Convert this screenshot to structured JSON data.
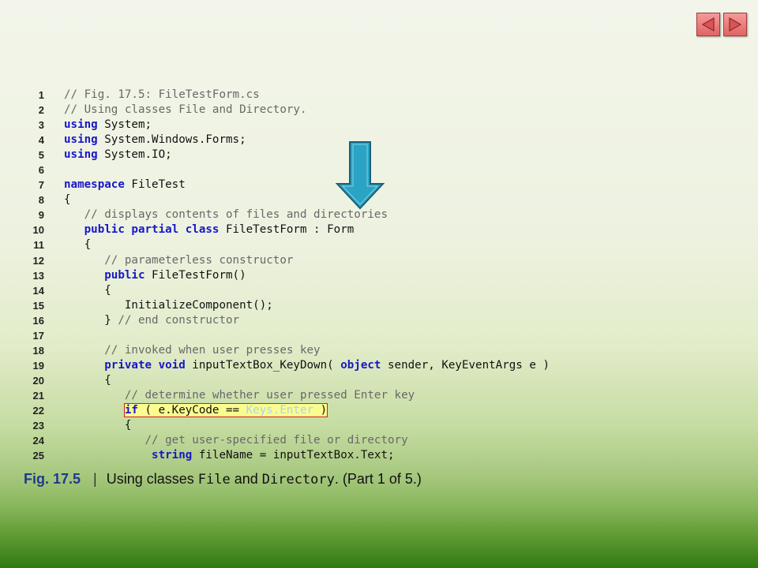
{
  "navigation": {
    "prev_icon": "triangle-left-icon",
    "next_icon": "triangle-right-icon",
    "button_color": "#e87878"
  },
  "annotation": {
    "arrow_icon": "down-arrow-icon",
    "arrow_color": "#2aa3c4"
  },
  "code": {
    "lines": [
      {
        "num": "1",
        "tokens": [
          {
            "t": "// Fig. 17.5: FileTestForm.cs",
            "k": "comment"
          }
        ]
      },
      {
        "num": "2",
        "tokens": [
          {
            "t": "// Using classes File and Directory.",
            "k": "comment"
          }
        ]
      },
      {
        "num": "3",
        "tokens": [
          {
            "t": "using",
            "k": "keyword"
          },
          {
            "t": " System;",
            "k": "plain"
          }
        ]
      },
      {
        "num": "4",
        "tokens": [
          {
            "t": "using",
            "k": "keyword"
          },
          {
            "t": " System.Windows.Forms;",
            "k": "plain"
          }
        ]
      },
      {
        "num": "5",
        "tokens": [
          {
            "t": "using",
            "k": "keyword"
          },
          {
            "t": " System.IO;",
            "k": "plain"
          }
        ]
      },
      {
        "num": "6",
        "tokens": []
      },
      {
        "num": "7",
        "tokens": [
          {
            "t": "namespace",
            "k": "keyword"
          },
          {
            "t": " FileTest",
            "k": "plain"
          }
        ]
      },
      {
        "num": "8",
        "tokens": [
          {
            "t": "{",
            "k": "plain"
          }
        ]
      },
      {
        "num": "9",
        "tokens": [
          {
            "t": "   // displays contents of files and directories",
            "k": "comment"
          }
        ]
      },
      {
        "num": "10",
        "tokens": [
          {
            "t": "   ",
            "k": "plain"
          },
          {
            "t": "public partial class",
            "k": "keyword"
          },
          {
            "t": " FileTestForm : Form",
            "k": "plain"
          }
        ]
      },
      {
        "num": "11",
        "tokens": [
          {
            "t": "   {",
            "k": "plain"
          }
        ]
      },
      {
        "num": "12",
        "tokens": [
          {
            "t": "      // parameterless constructor",
            "k": "comment"
          }
        ]
      },
      {
        "num": "13",
        "tokens": [
          {
            "t": "      ",
            "k": "plain"
          },
          {
            "t": "public",
            "k": "keyword"
          },
          {
            "t": " FileTestForm()",
            "k": "plain"
          }
        ]
      },
      {
        "num": "14",
        "tokens": [
          {
            "t": "      {",
            "k": "plain"
          }
        ]
      },
      {
        "num": "15",
        "tokens": [
          {
            "t": "         InitializeComponent();",
            "k": "plain"
          }
        ]
      },
      {
        "num": "16",
        "tokens": [
          {
            "t": "      } ",
            "k": "plain"
          },
          {
            "t": "// end constructor",
            "k": "comment"
          }
        ]
      },
      {
        "num": "17",
        "tokens": []
      },
      {
        "num": "18",
        "tokens": [
          {
            "t": "      // invoked when user presses key",
            "k": "comment"
          }
        ]
      },
      {
        "num": "19",
        "tokens": [
          {
            "t": "      ",
            "k": "plain"
          },
          {
            "t": "private void",
            "k": "keyword"
          },
          {
            "t": " inputTextBox_KeyDown( ",
            "k": "plain"
          },
          {
            "t": "object",
            "k": "keyword"
          },
          {
            "t": " sender, KeyEventArgs e )",
            "k": "plain"
          }
        ]
      },
      {
        "num": "20",
        "tokens": [
          {
            "t": "      {",
            "k": "plain"
          }
        ]
      },
      {
        "num": "21",
        "tokens": [
          {
            "t": "         // determine whether user pressed Enter key",
            "k": "comment"
          }
        ]
      },
      {
        "num": "22",
        "tokens": [
          {
            "t": "         ",
            "k": "plain"
          },
          {
            "t": "if",
            "k": "keyword",
            "box": "start"
          },
          {
            "t": " ( e.KeyCode == ",
            "k": "plain",
            "box": "mid"
          },
          {
            "t": "Keys.Enter",
            "k": "highlight",
            "box": "mid"
          },
          {
            "t": " )",
            "k": "plain",
            "box": "end"
          }
        ]
      },
      {
        "num": "23",
        "tokens": [
          {
            "t": "         {",
            "k": "plain"
          }
        ]
      },
      {
        "num": "24",
        "tokens": [
          {
            "t": "            // get user-specified file or directory",
            "k": "comment"
          }
        ]
      },
      {
        "num": "25",
        "tokens": [
          {
            "t": "             ",
            "k": "plain"
          },
          {
            "t": "string",
            "k": "keyword"
          },
          {
            "t": " fileName = inputTextBox.Text;",
            "k": "plain"
          }
        ]
      }
    ]
  },
  "caption": {
    "fig": "Fig. 17.5",
    "sep": "|",
    "text_before": "Using classes ",
    "code1": "File",
    "and": " and ",
    "code2": "Directory",
    "text_after": ". (Part 1 of 5.)"
  }
}
